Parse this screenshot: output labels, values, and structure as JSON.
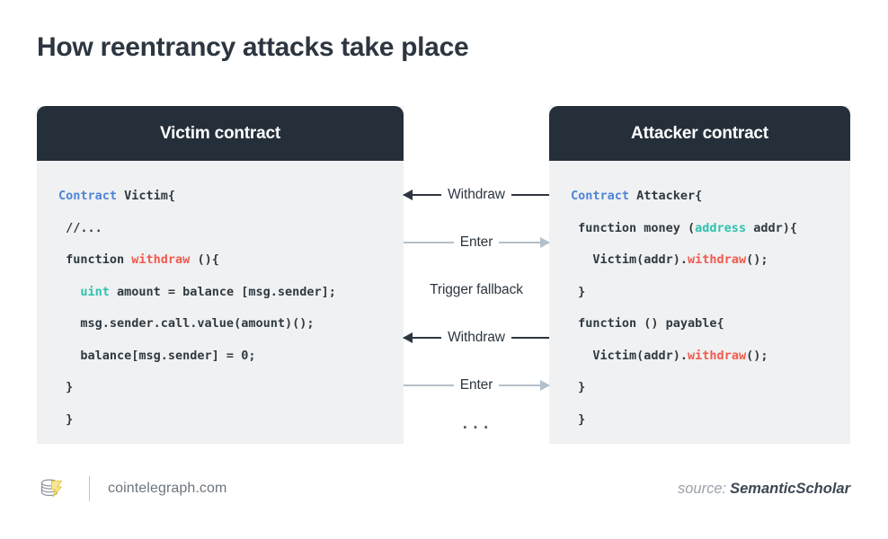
{
  "title": "How reentrancy attacks take place",
  "panels": {
    "victim": {
      "header": "Victim contract",
      "code": [
        [
          {
            "t": "Contract ",
            "c": "kw"
          },
          {
            "t": "Victim{",
            "c": "plain"
          }
        ],
        [
          {
            "t": " //...",
            "c": "plain"
          }
        ],
        [
          {
            "t": " function ",
            "c": "plain"
          },
          {
            "t": "withdraw ",
            "c": "fn"
          },
          {
            "t": "(){",
            "c": "plain"
          }
        ],
        [
          {
            "t": "   ",
            "c": "plain"
          },
          {
            "t": "uint",
            "c": "type"
          },
          {
            "t": " amount = balance [msg.sender];",
            "c": "plain"
          }
        ],
        [
          {
            "t": "   msg.sender.call.value(amount)();",
            "c": "plain"
          }
        ],
        [
          {
            "t": "   balance[msg.sender] = 0;",
            "c": "plain"
          }
        ],
        [
          {
            "t": " }",
            "c": "plain"
          }
        ],
        [
          {
            "t": " }",
            "c": "plain"
          }
        ]
      ]
    },
    "attacker": {
      "header": "Attacker contract",
      "code": [
        [
          {
            "t": "Contract ",
            "c": "kw"
          },
          {
            "t": "Attacker{",
            "c": "plain"
          }
        ],
        [
          {
            "t": " function money (",
            "c": "plain"
          },
          {
            "t": "address",
            "c": "type"
          },
          {
            "t": " addr){",
            "c": "plain"
          }
        ],
        [
          {
            "t": "   Victim(addr).",
            "c": "plain"
          },
          {
            "t": "withdraw",
            "c": "fn"
          },
          {
            "t": "();",
            "c": "plain"
          }
        ],
        [
          {
            "t": " }",
            "c": "plain"
          }
        ],
        [
          {
            "t": " function () payable{",
            "c": "plain"
          }
        ],
        [
          {
            "t": "   Victim(addr).",
            "c": "plain"
          },
          {
            "t": "withdraw",
            "c": "fn"
          },
          {
            "t": "();",
            "c": "plain"
          }
        ],
        [
          {
            "t": " }",
            "c": "plain"
          }
        ],
        [
          {
            "t": " }",
            "c": "plain"
          }
        ]
      ]
    }
  },
  "flow": [
    {
      "label": "Withdraw",
      "direction": "left",
      "style": "dark"
    },
    {
      "label": "Enter",
      "direction": "right",
      "style": "light"
    },
    {
      "label": "Trigger fallback",
      "direction": "none",
      "style": "none"
    },
    {
      "label": "Withdraw",
      "direction": "left",
      "style": "dark"
    },
    {
      "label": "Enter",
      "direction": "right",
      "style": "light"
    },
    {
      "label": "...",
      "direction": "none",
      "style": "none"
    }
  ],
  "footer": {
    "brand": "cointelegraph.com",
    "source_prefix": "source:",
    "source_name": "SemanticScholar"
  },
  "colors": {
    "header_bg": "#242f3a",
    "panel_bg": "#f0f1f2",
    "text_dark": "#2d3640",
    "keyword": "#4e84d6",
    "function": "#f05a4f",
    "type": "#2fc2b0",
    "arrow_light": "#b3c0cb",
    "logo_yellow": "#f2cf3f"
  }
}
